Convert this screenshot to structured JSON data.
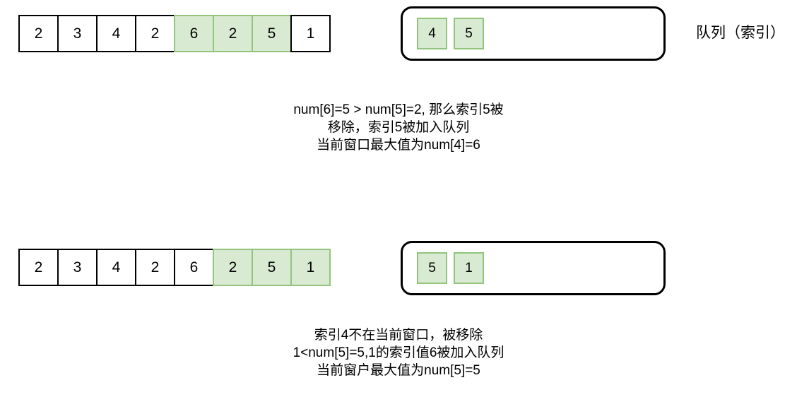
{
  "diagram": {
    "title_label": "队列（索引）",
    "colors": {
      "highlight_fill": "#d9ead3",
      "highlight_border": "#93c47d",
      "cell_border": "#000000",
      "background": "#ffffff"
    },
    "steps": [
      {
        "array": {
          "values": [
            "2",
            "3",
            "4",
            "2",
            "6",
            "2",
            "5",
            "1"
          ],
          "highlighted": [
            false,
            false,
            false,
            false,
            true,
            true,
            true,
            false
          ]
        },
        "queue": {
          "label": "队列（索引）",
          "items": [
            "4",
            "5"
          ]
        },
        "caption": [
          "num[6]=5  > num[5]=2, 那么索引5被",
          "移除，索引5被加入队列",
          "当前窗口最大值为num[4]=6"
        ]
      },
      {
        "array": {
          "values": [
            "2",
            "3",
            "4",
            "2",
            "6",
            "2",
            "5",
            "1"
          ],
          "highlighted": [
            false,
            false,
            false,
            false,
            false,
            true,
            true,
            true
          ]
        },
        "queue": {
          "label": "",
          "items": [
            "5",
            "1"
          ]
        },
        "caption": [
          "索引4不在当前窗口，被移除",
          "1<num[5]=5,1的索引值6被加入队列",
          "当前窗户最大值为num[5]=5"
        ]
      }
    ]
  }
}
